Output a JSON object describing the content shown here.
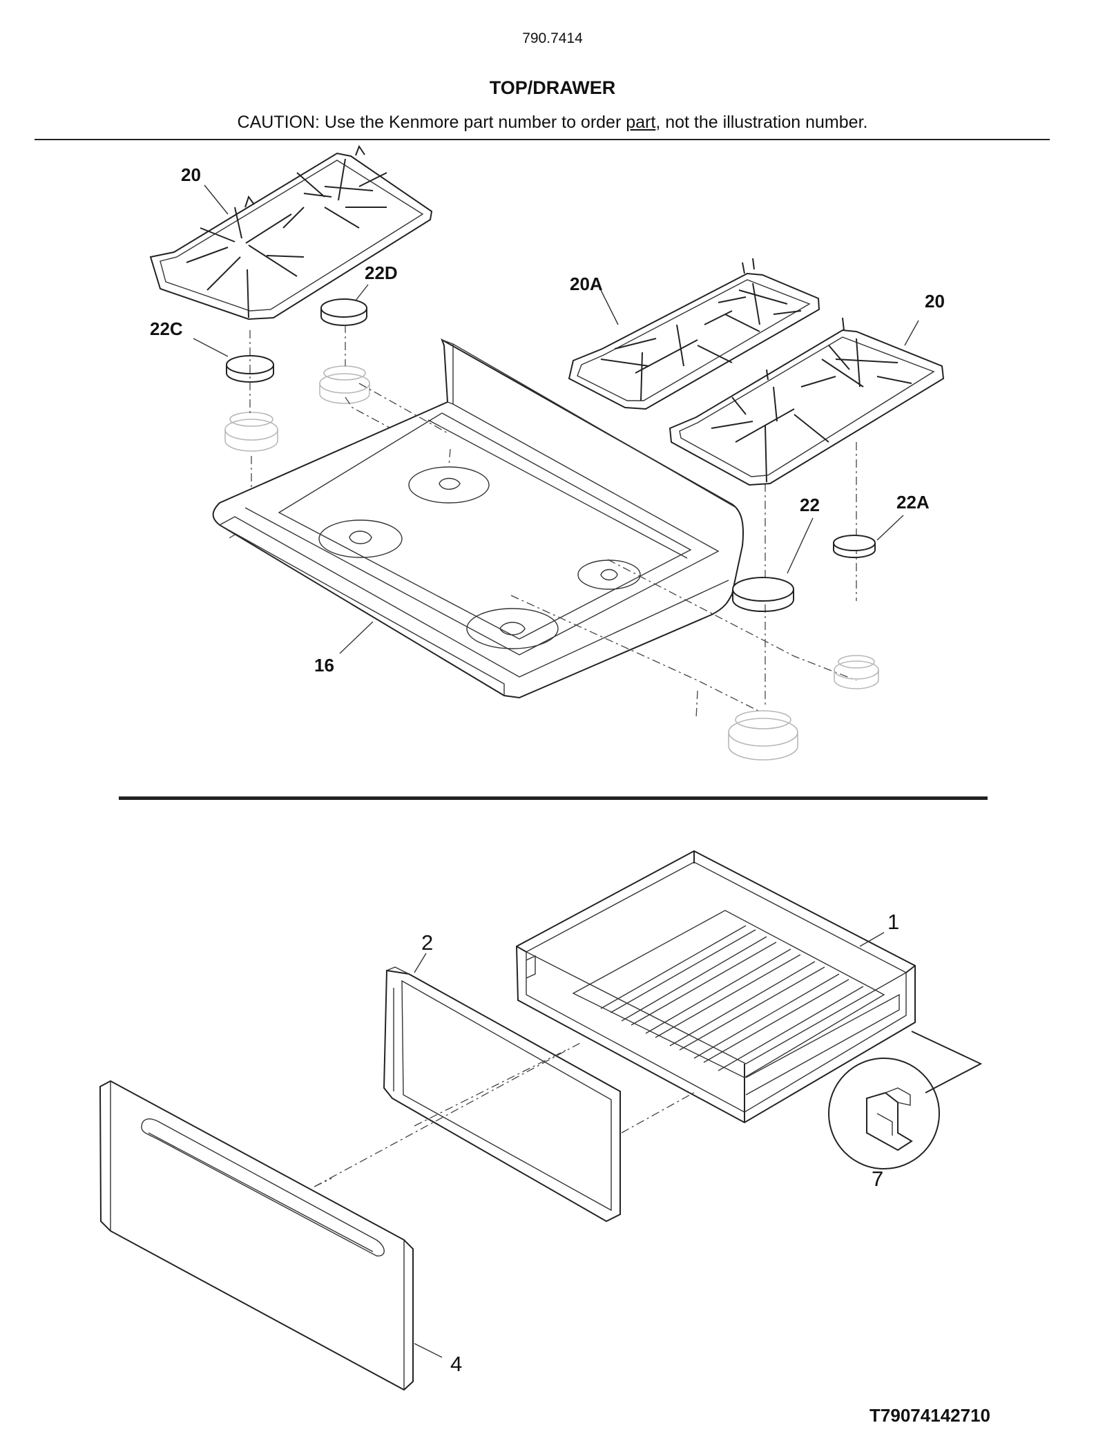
{
  "header": {
    "model_number": "790.7414",
    "section_title": "TOP/DRAWER",
    "caution_before": "CAUTION: Use the Kenmore part number to order ",
    "caution_underlined": "part",
    "caution_after": ", not the illustration number."
  },
  "callouts": {
    "grate_left": "20",
    "grate_right": "20",
    "grate_center": "20A",
    "cap_22": "22",
    "cap_22a": "22A",
    "cap_22c": "22C",
    "cap_22d": "22D",
    "cooktop": "16",
    "drawer_body": "1",
    "drawer_liner": "2",
    "drawer_front": "4",
    "glide": "7"
  },
  "footer": {
    "catalog_code": "T79074142710"
  }
}
